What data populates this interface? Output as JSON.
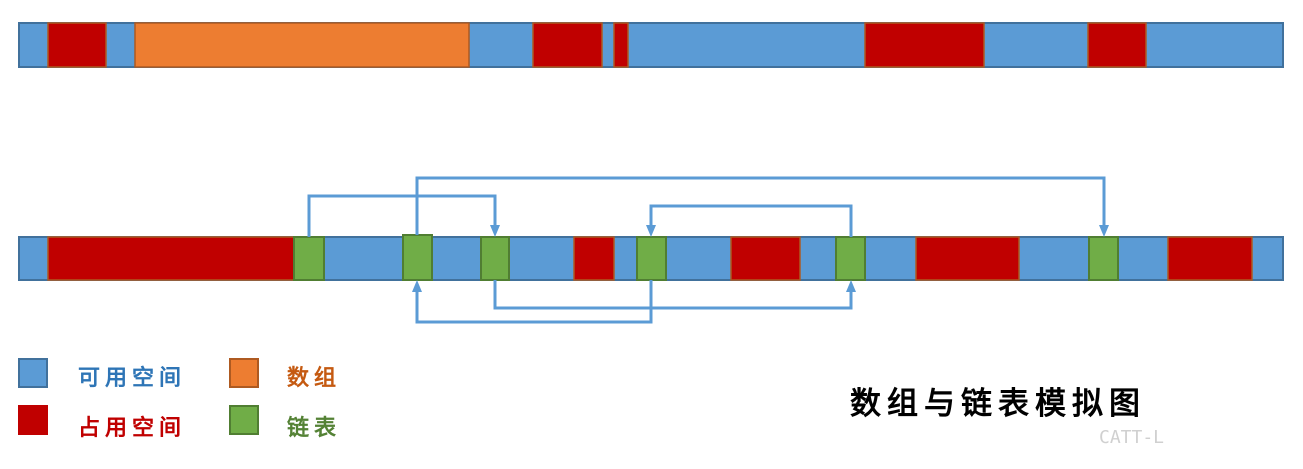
{
  "legend": {
    "free": {
      "label": "可用空间",
      "color": "#5B9BD5"
    },
    "used": {
      "label": "占用空间",
      "color": "#C00000"
    },
    "array": {
      "label": "数组",
      "color": "#ED7D31"
    },
    "linked_list": {
      "label": "链表",
      "color": "#70AD47"
    }
  },
  "title": "数组与链表模拟图",
  "watermark": "CATT-L"
}
